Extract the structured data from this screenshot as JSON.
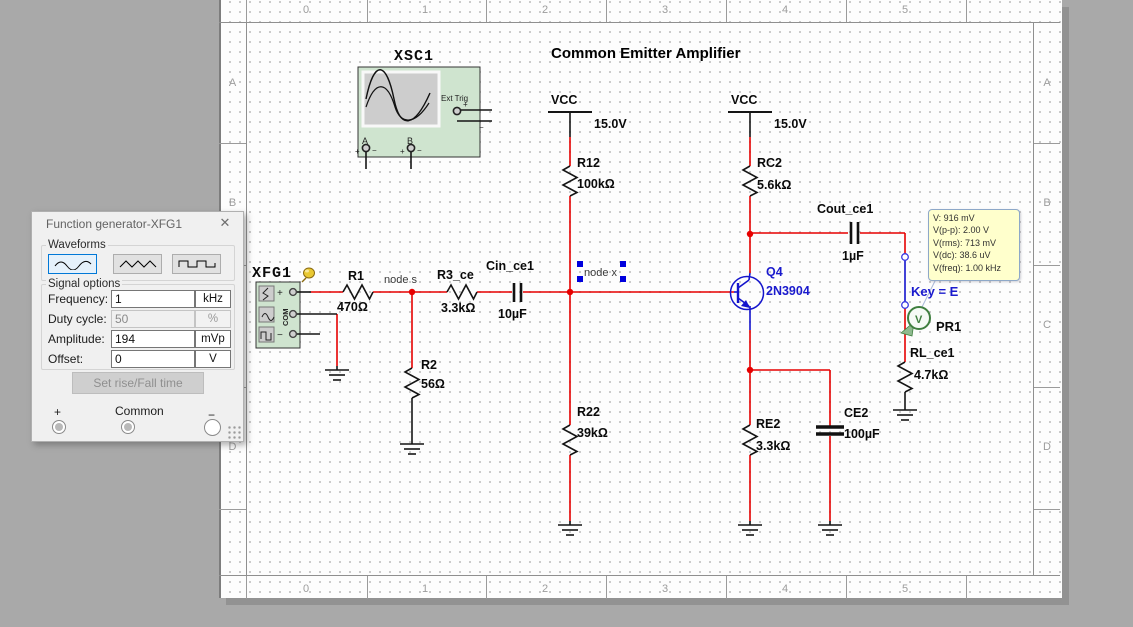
{
  "colors": {
    "wire_red": "#e60000",
    "selected_blue": "#1414cc",
    "instrument_green": "#cfe4cf",
    "probe_yellow": "#ffffcc"
  },
  "rulers": {
    "columns": [
      "0",
      "1",
      "2",
      "3",
      "4",
      "5"
    ],
    "rows": [
      "A",
      "B",
      "C",
      "D"
    ]
  },
  "schematic": {
    "title": "Common Emitter Amplifier",
    "glyphs": {
      "plus": "+",
      "minus": "−"
    },
    "nodes": {
      "s": "node s",
      "x": "node x"
    }
  },
  "components": {
    "xsc1": {
      "ref": "XSC1",
      "ext_trig": "Ext Trig",
      "ch_a": "A",
      "ch_b": "B"
    },
    "xfg1": {
      "ref": "XFG1",
      "com": "COM"
    },
    "vcc1": {
      "ref": "VCC",
      "value": "15.0V"
    },
    "vcc2": {
      "ref": "VCC",
      "value": "15.0V"
    },
    "r1": {
      "ref": "R1",
      "value": "470Ω"
    },
    "r2": {
      "ref": "R2",
      "value": "56Ω"
    },
    "r3ce": {
      "ref": "R3_ce",
      "value": "3.3kΩ"
    },
    "r12": {
      "ref": "R12",
      "value": "100kΩ"
    },
    "r22": {
      "ref": "R22",
      "value": "39kΩ"
    },
    "rc2": {
      "ref": "RC2",
      "value": "5.6kΩ"
    },
    "re2": {
      "ref": "RE2",
      "value": "3.3kΩ"
    },
    "rlce1": {
      "ref": "RL_ce1",
      "value": "4.7kΩ"
    },
    "cince1": {
      "ref": "Cin_ce1",
      "value": "10µF"
    },
    "coutce1": {
      "ref": "Cout_ce1",
      "value": "1µF"
    },
    "ce2": {
      "ref": "CE2",
      "value": "100µF"
    },
    "q4": {
      "ref": "Q4",
      "value": "2N3904"
    }
  },
  "probe": {
    "ref": "PR1",
    "key": "Key = E",
    "glyph": "V",
    "readings": [
      "V: 916 mV",
      "V(p-p): 2.00 V",
      "V(rms): 713 mV",
      "V(dc): 38.6 uV",
      "V(freq): 1.00 kHz"
    ]
  },
  "dialog": {
    "title": "Function generator-XFG1",
    "close_glyph": "✕",
    "groups": {
      "waveforms": "Waveforms",
      "signal": "Signal options"
    },
    "fields": [
      {
        "label": "Frequency:",
        "value": "1",
        "unit": "kHz"
      },
      {
        "label": "Duty cycle:",
        "value": "50",
        "unit": "%"
      },
      {
        "label": "Amplitude:",
        "value": "194",
        "unit": "mVp"
      },
      {
        "label": "Offset:",
        "value": "0",
        "unit": "V"
      }
    ],
    "rise_fall_button": "Set rise/Fall time",
    "terminals": {
      "plus": "+",
      "common": "Common",
      "minus": "−"
    }
  }
}
